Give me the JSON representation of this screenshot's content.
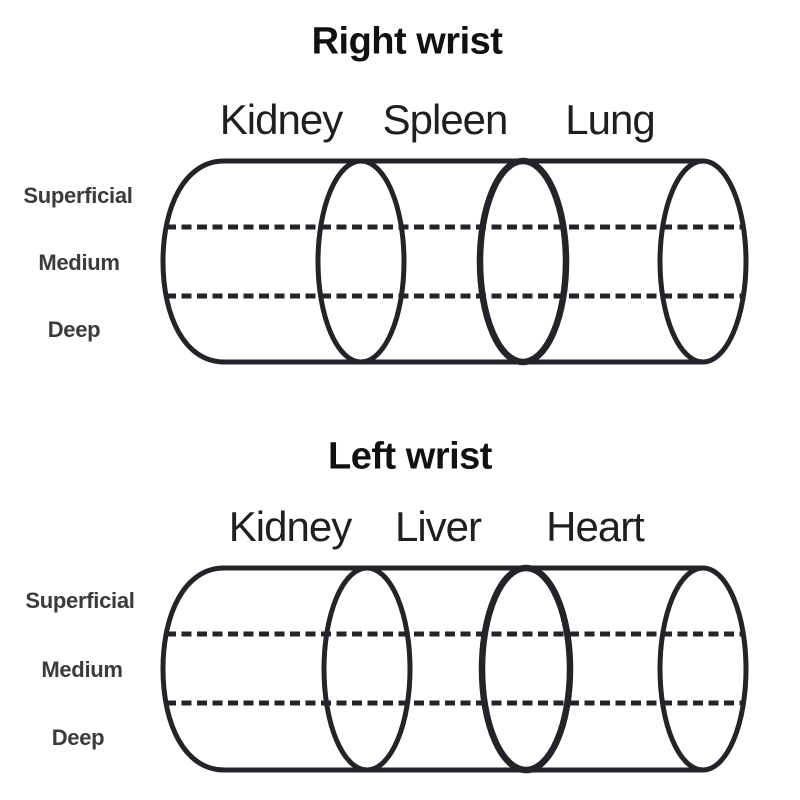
{
  "diagram": {
    "description": "Pulse diagnosis positions and depths on the wrists",
    "figures": [
      {
        "title": "Right wrist",
        "positions": [
          "Kidney",
          "Spleen",
          "Lung"
        ],
        "depths": [
          "Superficial",
          "Medium",
          "Deep"
        ]
      },
      {
        "title": "Left wrist",
        "positions": [
          "Kidney",
          "Liver",
          "Heart"
        ],
        "depths": [
          "Superficial",
          "Medium",
          "Deep"
        ]
      }
    ],
    "colors": {
      "line": "#232329",
      "title_text": "#111111",
      "organ_text": "#1f1f1f",
      "depth_text": "#3b3b3b",
      "background": "#ffffff"
    }
  }
}
